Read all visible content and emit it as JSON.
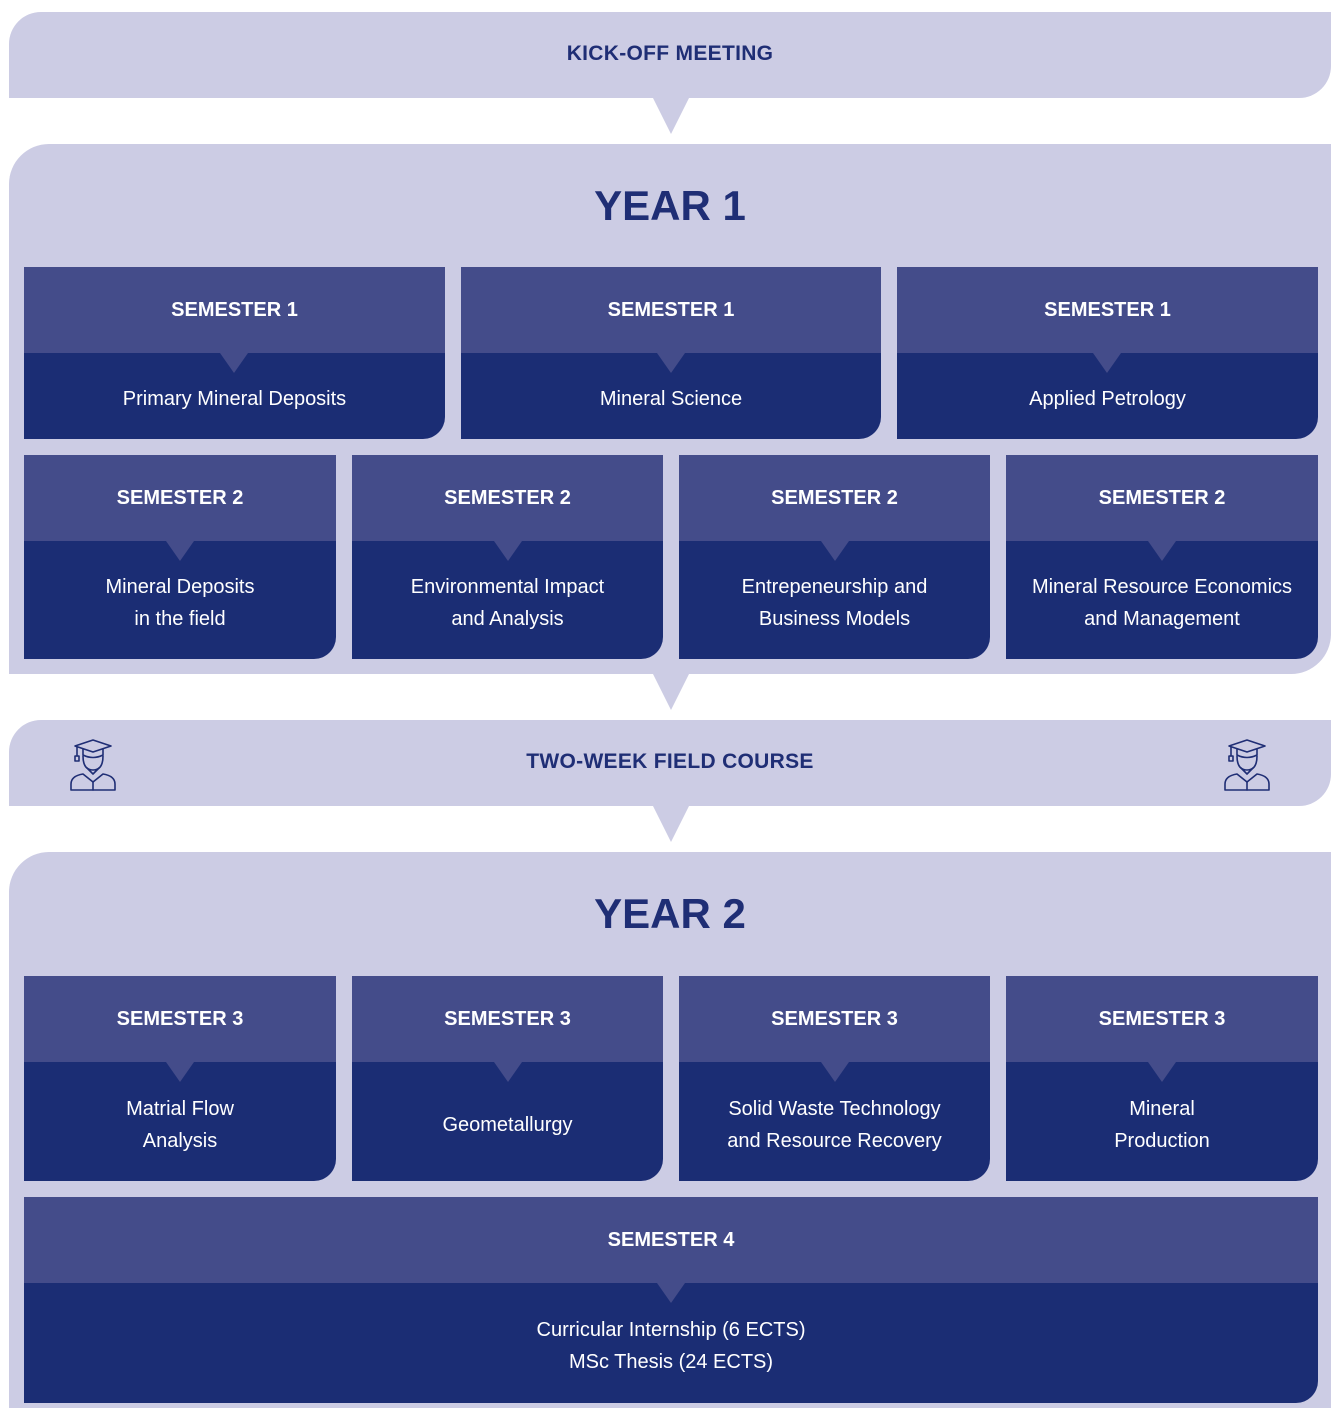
{
  "kickoff": {
    "label": "KICK-OFF MEETING"
  },
  "year1": {
    "title": "YEAR 1",
    "row1": [
      {
        "semester": "SEMESTER 1",
        "course": "Primary Mineral Deposits"
      },
      {
        "semester": "SEMESTER 1",
        "course": "Mineral Science"
      },
      {
        "semester": "SEMESTER 1",
        "course": "Applied Petrology"
      }
    ],
    "row2": [
      {
        "semester": "SEMESTER 2",
        "course_line1": "Mineral Deposits",
        "course_line2": "in the field"
      },
      {
        "semester": "SEMESTER 2",
        "course_line1": "Environmental Impact",
        "course_line2": "and Analysis"
      },
      {
        "semester": "SEMESTER 2",
        "course_line1": "Entrepeneurship and",
        "course_line2": "Business Models"
      },
      {
        "semester": "SEMESTER 2",
        "course_line1": "Mineral Resource Economics",
        "course_line2": "and Management"
      }
    ]
  },
  "field_course": {
    "label": "TWO-WEEK FIELD COURSE",
    "icon": "graduate-student-icon"
  },
  "year2": {
    "title": "YEAR 2",
    "row1": [
      {
        "semester": "SEMESTER 3",
        "course_line1": "Matrial Flow",
        "course_line2": "Analysis"
      },
      {
        "semester": "SEMESTER 3",
        "course_line1": "Geometallurgy",
        "course_line2": ""
      },
      {
        "semester": "SEMESTER 3",
        "course_line1": "Solid Waste Technology",
        "course_line2": "and Resource Recovery"
      },
      {
        "semester": "SEMESTER 3",
        "course_line1": "Mineral",
        "course_line2": "Production"
      }
    ],
    "semester4": {
      "semester": "SEMESTER 4",
      "course_line1": "Curricular Internship (6 ECTS)",
      "course_line2": "MSc Thesis (24 ECTS)"
    }
  },
  "colors": {
    "band": "#cccce4",
    "card_head": "#444c8a",
    "card_body": "#1b2d74",
    "title_text": "#1f2e75"
  }
}
